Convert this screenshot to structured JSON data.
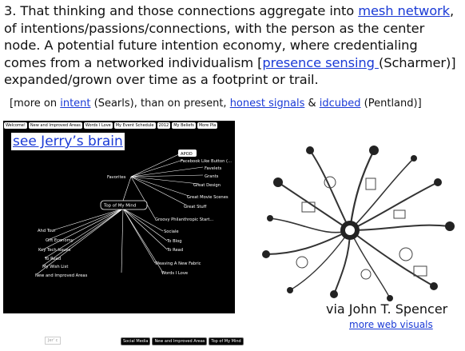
{
  "slide": {
    "para_lead": "3. That thinking and those connections aggregate into ",
    "mesh_link": "mesh network",
    "para_mid1": ", of intentions/passions/connections, with the person as the center node. A potential future intention economy, where credentialing comes from a networked individualism [",
    "presence_link": "presence sensing ",
    "para_mid2": "(Scharmer)] expanded/grown over time as a footprint or trail.",
    "refs_open": "[more on ",
    "intent_link": "intent",
    "refs_searls": " (Searls), than on present, ",
    "honest_link": "honest signals",
    "refs_amp": " & ",
    "idcubed_link": "idcubed",
    "refs_close": " (Pentland)]"
  },
  "brain": {
    "link_text": "see Jerry’s brain",
    "top_tabs": [
      "Welcome!",
      "New and Improved Areas",
      "Words I Love",
      "My Event Schedule",
      "2012",
      "My Beliefs",
      "More Pla"
    ],
    "center_node": "Top of My Mind",
    "favorites_node": "Favorites",
    "favorites_children": [
      "APOD",
      "Facebook Like Button (...",
      "Favelets",
      "Grants",
      "Great Design",
      "Great Movie Scenes",
      "Great Stuff",
      "Groovy Philanthropic Start..."
    ],
    "left_children": [
      "Ahd Tour",
      "Gift Economy",
      "Key Tech Issues",
      "To Read",
      "My Wish List",
      "New and Improved Areas"
    ],
    "right_children": [
      "Sociale",
      "To Blog",
      "To Read",
      "Weaving A New Fabric",
      "Words I Love"
    ],
    "bottom_tabs": [
      "Social Media",
      "New and Improved Areas",
      "Top of My Mind"
    ],
    "bottom_faint": "Jer' c"
  },
  "sketch": {
    "caption": "via  John T. Spencer",
    "more_link": "more web visuals"
  }
}
